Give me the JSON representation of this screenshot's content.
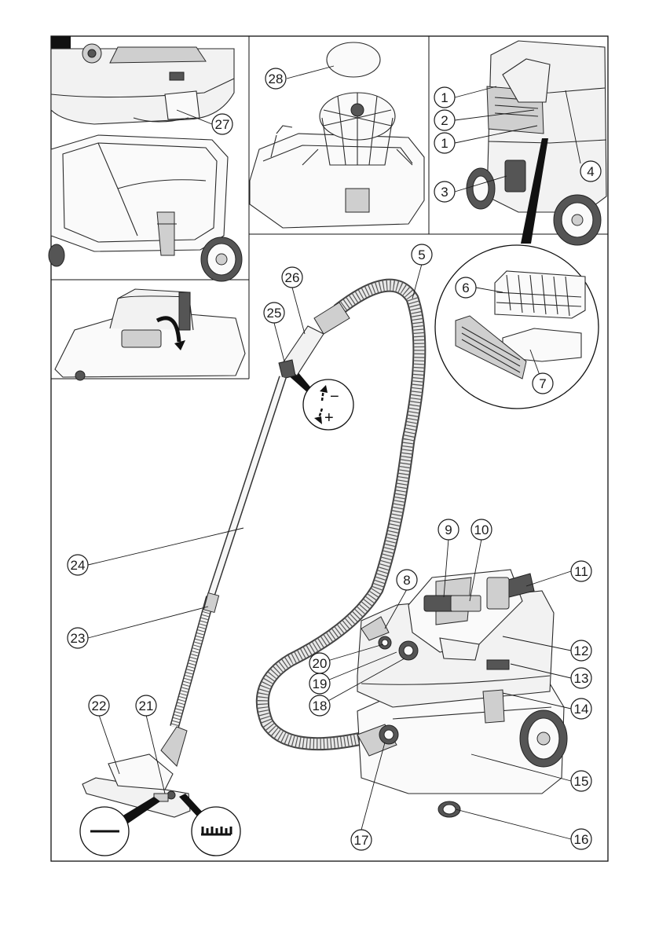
{
  "figure": {
    "callouts": [
      {
        "id": "c1a",
        "label": "1"
      },
      {
        "id": "c2",
        "label": "2"
      },
      {
        "id": "c1b",
        "label": "1"
      },
      {
        "id": "c3",
        "label": "3"
      },
      {
        "id": "c4",
        "label": "4"
      },
      {
        "id": "c5",
        "label": "5"
      },
      {
        "id": "c6",
        "label": "6"
      },
      {
        "id": "c7",
        "label": "7"
      },
      {
        "id": "c8",
        "label": "8"
      },
      {
        "id": "c9",
        "label": "9"
      },
      {
        "id": "c10",
        "label": "10"
      },
      {
        "id": "c11",
        "label": "11"
      },
      {
        "id": "c12",
        "label": "12"
      },
      {
        "id": "c13",
        "label": "13"
      },
      {
        "id": "c14",
        "label": "14"
      },
      {
        "id": "c15",
        "label": "15"
      },
      {
        "id": "c16",
        "label": "16"
      },
      {
        "id": "c17",
        "label": "17"
      },
      {
        "id": "c18",
        "label": "18"
      },
      {
        "id": "c19",
        "label": "19"
      },
      {
        "id": "c20",
        "label": "20"
      },
      {
        "id": "c21",
        "label": "21"
      },
      {
        "id": "c22",
        "label": "22"
      },
      {
        "id": "c23",
        "label": "23"
      },
      {
        "id": "c24",
        "label": "24"
      },
      {
        "id": "c25",
        "label": "25"
      },
      {
        "id": "c26",
        "label": "26"
      },
      {
        "id": "c27",
        "label": "27"
      },
      {
        "id": "c28",
        "label": "28"
      }
    ],
    "suction_symbols": {
      "minus": "−",
      "plus": "+"
    }
  }
}
